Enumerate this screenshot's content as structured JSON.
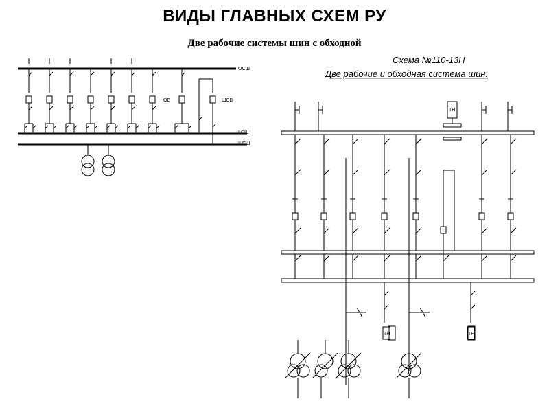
{
  "slide": {
    "title": "ВИДЫ ГЛАВНЫХ СХЕМ РУ",
    "subtitle": "Две рабочие системы шин с обходной"
  },
  "left_diagram": {
    "labels": {
      "bypass_bus": "ОСШ",
      "bus_1": "I СШ",
      "bus_2": "II СШ",
      "bypass_breaker": "ОВ",
      "bus_coupler": "ШСВ"
    }
  },
  "right_diagram": {
    "scheme_number": "Схема   №110-13Н",
    "scheme_name": "Две рабочие и обходная система шин.",
    "vt_label": "ТН"
  }
}
